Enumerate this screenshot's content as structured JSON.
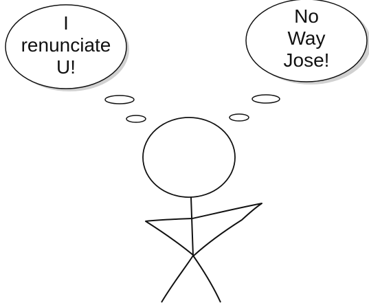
{
  "bubbles": {
    "left": {
      "lines": [
        "I",
        "renunciate",
        "U!"
      ]
    },
    "right": {
      "lines": [
        "No",
        "Way",
        "Jose!"
      ]
    }
  },
  "colors": {
    "stroke": "#111111",
    "bubble_shadow": "#9a9a9a",
    "background": "#ffffff"
  }
}
